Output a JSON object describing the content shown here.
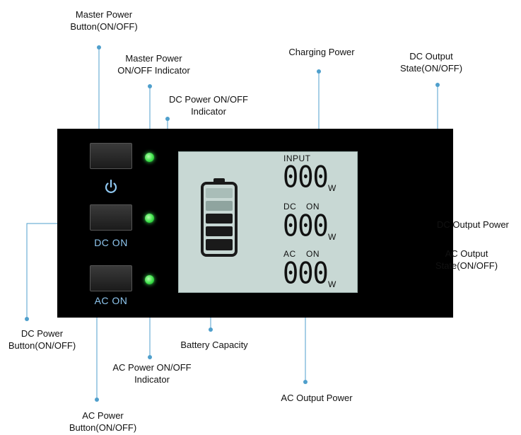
{
  "labels": {
    "master_power_button": [
      "Master Power",
      "Button(ON/OFF)"
    ],
    "master_indicator": [
      "Master Power",
      "ON/OFF Indicator"
    ],
    "dc_indicator": [
      "DC Power ON/OFF",
      "Indicator"
    ],
    "charging_power": "Charging Power",
    "dc_output_state": [
      "DC Output",
      "State(ON/OFF)"
    ],
    "dc_output_power": "DC Output Power",
    "ac_output_state": [
      "AC Output",
      "State(ON/OFF)"
    ],
    "dc_power_button": [
      "DC Power",
      "Button(ON/OFF)"
    ],
    "battery_capacity": "Battery Capacity",
    "ac_indicator": [
      "AC Power ON/OFF",
      "Indicator"
    ],
    "ac_output_power": "AC Output Power",
    "ac_power_button": [
      "AC Power",
      "Button(ON/OFF)"
    ]
  },
  "panel": {
    "dc_button_label": "DC ON",
    "ac_button_label": "AC ON",
    "lcd": {
      "input_label": "INPUT",
      "input_value": "000",
      "input_unit": "W",
      "dc_label": "DC",
      "dc_state": "ON",
      "dc_value": "000",
      "dc_unit": "W",
      "ac_label": "AC",
      "ac_state": "ON",
      "ac_value": "000",
      "ac_unit": "W"
    }
  },
  "colors": {
    "panel": "#000000",
    "lcd": "#c8d8d4",
    "led": "#3ee04a",
    "button_label": "#8fc7f0",
    "leader": "#4f9fcc"
  }
}
